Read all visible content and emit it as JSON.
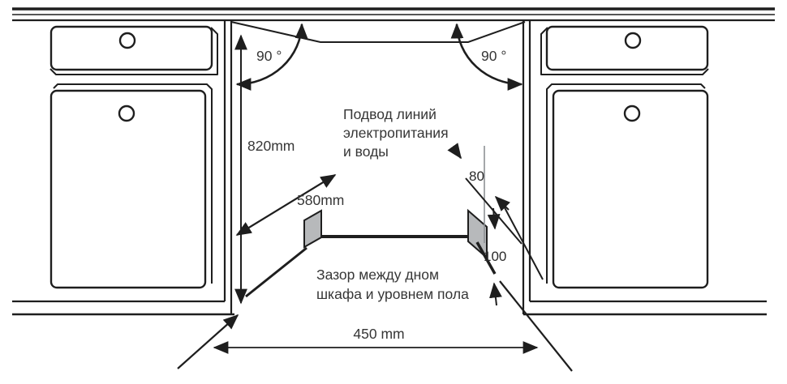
{
  "diagram": {
    "title_hint": "built-in appliance niche installation drawing",
    "dimensions": {
      "niche_height": "820mm",
      "niche_depth": "580mm",
      "niche_width": "450 mm",
      "door_angle_left": "90 °",
      "door_angle_right": "90 °",
      "supply_offset": "80",
      "floor_gap": "100"
    },
    "notes": {
      "supply": {
        "line1": "Подвод линий",
        "line2": "электропитания",
        "line3": "и воды"
      },
      "gap": {
        "line1": "Зазор между дном",
        "line2": "шкафа и уровнем пола"
      }
    },
    "colors": {
      "line": "#1e1e1e",
      "text": "#363636",
      "plate_fill": "#b7b9bb",
      "supply_line": "#8d9194"
    }
  }
}
